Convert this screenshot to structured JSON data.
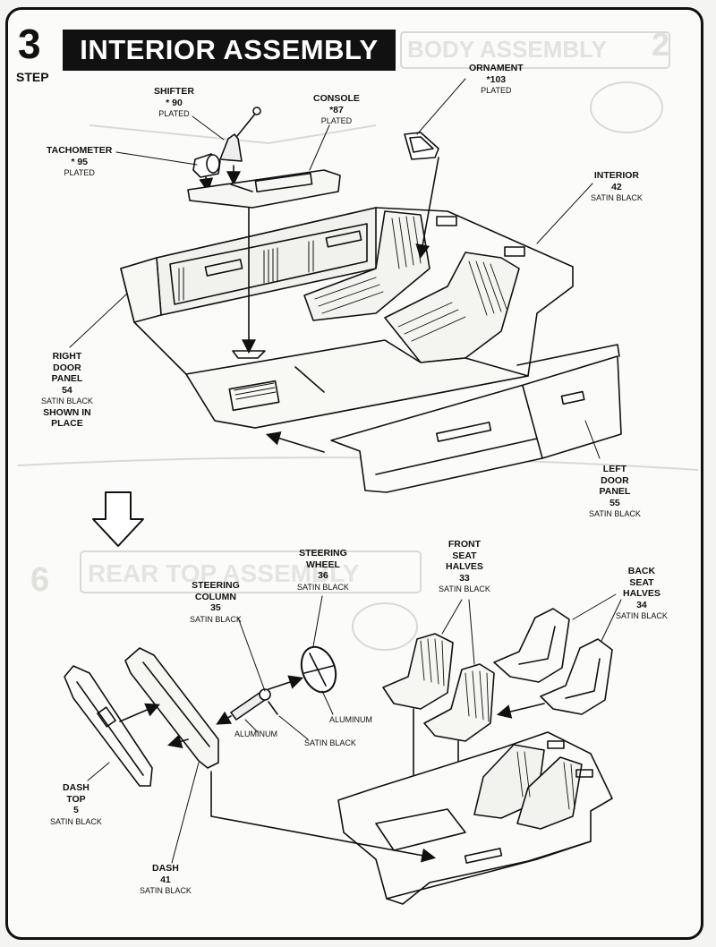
{
  "step": {
    "number": "3",
    "word": "STEP",
    "title": "INTERIOR ASSEMBLY"
  },
  "parts": {
    "shifter": {
      "name": "SHIFTER",
      "num": "* 90",
      "finish": "PLATED"
    },
    "console": {
      "name": "CONSOLE",
      "num": "*87",
      "finish": "PLATED"
    },
    "ornament": {
      "name": "ORNAMENT",
      "num": "*103",
      "finish": "PLATED"
    },
    "tachometer": {
      "name": "TACHOMETER",
      "num": "* 95",
      "finish": "PLATED"
    },
    "interior": {
      "name": "INTERIOR",
      "num": "42",
      "finish": "SATIN BLACK"
    },
    "right_door": {
      "name_lines": [
        "RIGHT",
        "DOOR",
        "PANEL"
      ],
      "num": "54",
      "finish": "SATIN BLACK",
      "note_lines": [
        "SHOWN IN",
        "PLACE"
      ]
    },
    "left_door": {
      "name_lines": [
        "LEFT",
        "DOOR",
        "PANEL"
      ],
      "num": "55",
      "finish": "SATIN BLACK"
    },
    "steering_wheel": {
      "name_lines": [
        "STEERING",
        "WHEEL"
      ],
      "num": "36",
      "finish": "SATIN BLACK"
    },
    "steering_column": {
      "name_lines": [
        "STEERING",
        "COLUMN"
      ],
      "num": "35",
      "finish": "SATIN BLACK"
    },
    "front_seats": {
      "name_lines": [
        "FRONT",
        "SEAT",
        "HALVES"
      ],
      "num": "33",
      "finish": "SATIN BLACK"
    },
    "back_seats": {
      "name_lines": [
        "BACK",
        "SEAT",
        "HALVES"
      ],
      "num": "34",
      "finish": "SATIN BLACK"
    },
    "dash_top": {
      "name_lines": [
        "DASH",
        "TOP"
      ],
      "num": "5",
      "finish": "SATIN BLACK"
    },
    "dash": {
      "name": "DASH",
      "num": "41",
      "finish": "SATIN BLACK"
    }
  },
  "finish_notes": {
    "column_aluminum": "ALUMINUM",
    "wheel_aluminum": "ALUMINUM",
    "column_satin_black": "SATIN BLACK"
  }
}
